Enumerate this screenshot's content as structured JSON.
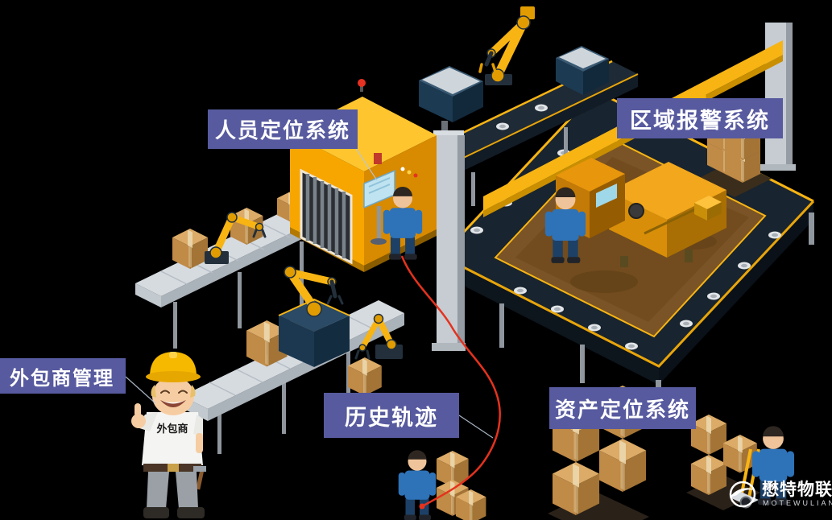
{
  "labels": {
    "personnel_positioning": "人员定位系统",
    "area_alarm": "区域报警系统",
    "outsourcer_management": "外包商管理",
    "history_track": "历史轨迹",
    "asset_positioning": "资产定位系统"
  },
  "character": {
    "shirt_text": "外包商"
  },
  "logo": {
    "brand_cn": "懋特物联",
    "brand_en": "MOTEWULIAN"
  },
  "colors": {
    "background": "#000000",
    "label_background": "#575a9e",
    "label_text": "#ffffff",
    "machine_yellow": "#f7b413",
    "track_red": "#e5321e"
  }
}
